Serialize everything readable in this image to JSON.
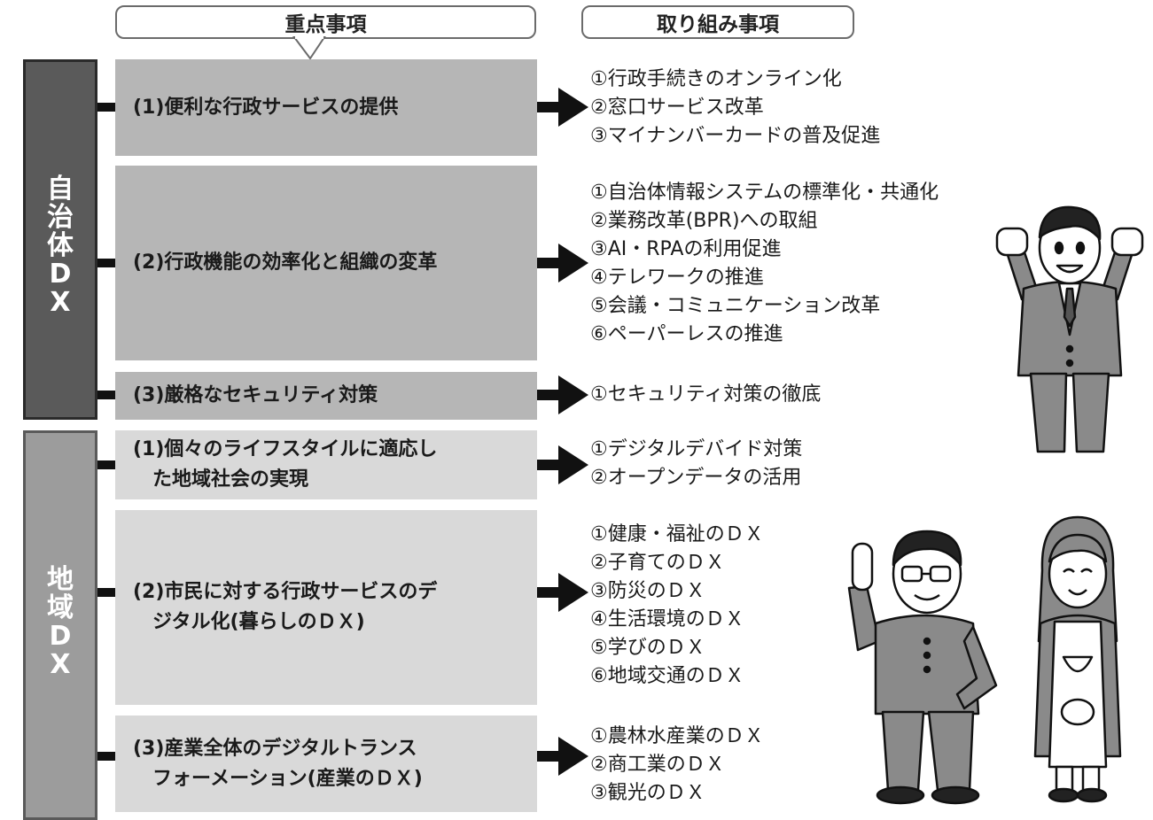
{
  "headers": {
    "left": "重点事項",
    "right": "取り組み事項"
  },
  "groups": {
    "jichitai": {
      "label_chars": [
        "自",
        "治",
        "体",
        "D",
        "X"
      ]
    },
    "chiiki": {
      "label_chars": [
        "地",
        "域",
        "D",
        "X"
      ]
    }
  },
  "rows": [
    {
      "title": [
        "(1)便利な行政サービスの提供"
      ],
      "items": [
        "①行政手続きのオンライン化",
        "②窓口サービス改革",
        "③マイナンバーカードの普及促進"
      ]
    },
    {
      "title": [
        "(2)行政機能の効率化と組織の変革"
      ],
      "items": [
        "①自治体情報システムの標準化・共通化",
        "②業務改革(BPR)への取組",
        "③AI・RPAの利用促進",
        "④テレワークの推進",
        "⑤会議・コミュニケーション改革",
        "⑥ペーパーレスの推進"
      ]
    },
    {
      "title": [
        "(3)厳格なセキュリティ対策"
      ],
      "items": [
        "①セキュリティ対策の徹底"
      ]
    },
    {
      "title": [
        "(1)個々のライフスタイルに適応し",
        "た地域社会の実現"
      ],
      "items": [
        "①デジタルデバイド対策",
        "②オープンデータの活用"
      ]
    },
    {
      "title": [
        "(2)市民に対する行政サービスのデ",
        "ジタル化(暮らしのＤＸ)"
      ],
      "items": [
        "①健康・福祉のＤＸ",
        "②子育てのＤＸ",
        "③防災のＤＸ",
        "④生活環境のＤＸ",
        "⑤学びのＤＸ",
        "⑥地域交通のＤＸ"
      ]
    },
    {
      "title": [
        "(3)産業全体のデジタルトランス",
        "フォーメーション(産業のＤＸ)"
      ],
      "items": [
        "①農林水産業のＤＸ",
        "②商工業のＤＸ",
        "③観光のＤＸ"
      ]
    }
  ]
}
